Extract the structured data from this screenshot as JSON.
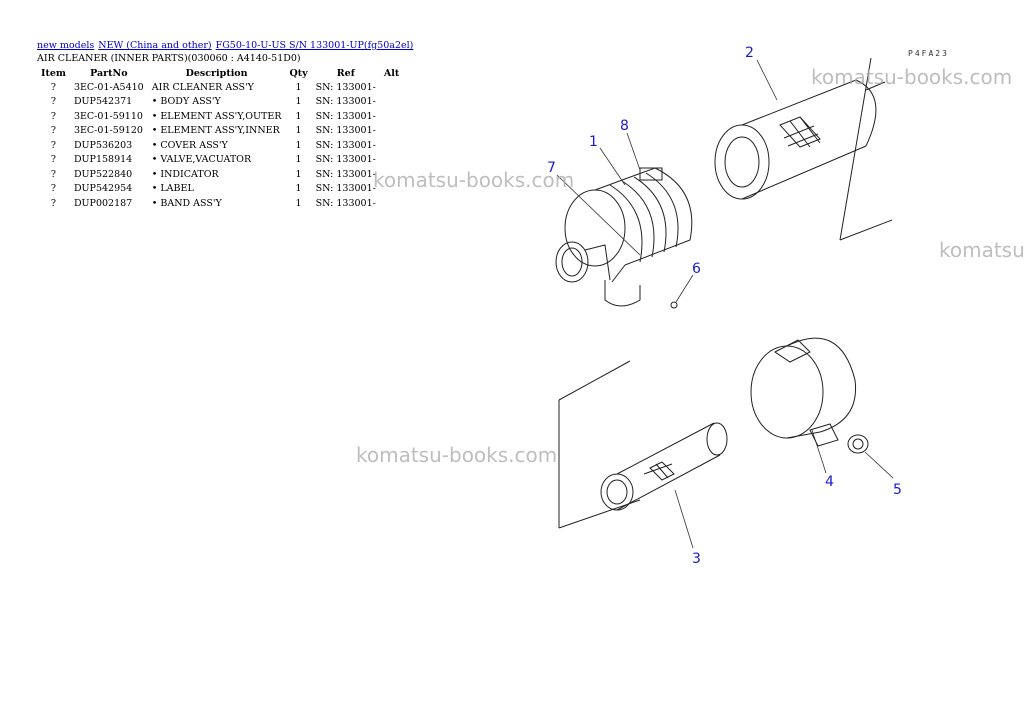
{
  "breadcrumb": {
    "links": [
      "new models",
      "NEW (China and other)",
      "FG50-10-U-US S/N 133001-UP(fg50a2el)"
    ]
  },
  "section_title": "AIR CLEANER (INNER PARTS)(030060 : A4140-51D0)",
  "table": {
    "headers": [
      "Item",
      "PartNo",
      "Description",
      "Qty",
      "Ref",
      "Alt"
    ],
    "rows": [
      {
        "item": "?",
        "part_no": "3EC-01-A5410",
        "description": "AIR CLEANER ASS'Y",
        "qty": "1",
        "ref": "SN: 133001-",
        "alt": ""
      },
      {
        "item": "?",
        "part_no": "DUP542371",
        "description": "• BODY ASS'Y",
        "qty": "1",
        "ref": "SN: 133001-",
        "alt": ""
      },
      {
        "item": "?",
        "part_no": "3EC-01-59110",
        "description": "• ELEMENT ASS'Y,OUTER",
        "qty": "1",
        "ref": "SN: 133001-",
        "alt": ""
      },
      {
        "item": "?",
        "part_no": "3EC-01-59120",
        "description": "• ELEMENT ASS'Y,INNER",
        "qty": "1",
        "ref": "SN: 133001-",
        "alt": ""
      },
      {
        "item": "?",
        "part_no": "DUP536203",
        "description": "• COVER ASS'Y",
        "qty": "1",
        "ref": "SN: 133001-",
        "alt": ""
      },
      {
        "item": "?",
        "part_no": "DUP158914",
        "description": "• VALVE,VACUATOR",
        "qty": "1",
        "ref": "SN: 133001-",
        "alt": ""
      },
      {
        "item": "?",
        "part_no": "DUP522840",
        "description": "• INDICATOR",
        "qty": "1",
        "ref": "SN: 133001-",
        "alt": ""
      },
      {
        "item": "?",
        "part_no": "DUP542954",
        "description": "• LABEL",
        "qty": "1",
        "ref": "SN: 133001-",
        "alt": ""
      },
      {
        "item": "?",
        "part_no": "DUP002187",
        "description": "• BAND ASS'Y",
        "qty": "1",
        "ref": "SN: 133001-",
        "alt": ""
      }
    ]
  },
  "diagram": {
    "code": "P4FA23",
    "callouts": [
      "1",
      "2",
      "3",
      "4",
      "5",
      "6",
      "7",
      "8"
    ]
  },
  "watermarks": [
    "komatsu-books.com",
    "komatsu-books.com",
    "komatsu-books.com",
    "komatsu-books.com"
  ]
}
